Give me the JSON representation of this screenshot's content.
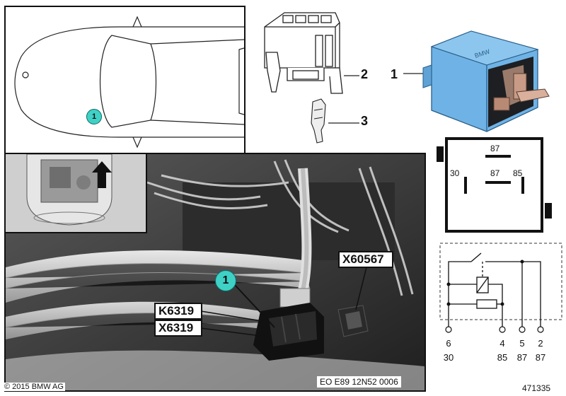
{
  "car_view": {
    "badge": "1"
  },
  "connector": {
    "callout_2": "2",
    "callout_3": "3"
  },
  "relay": {
    "callout_1": "1"
  },
  "symbol": {
    "pin_top": "87",
    "pin_left": "30",
    "pin_mid": "87",
    "pin_right": "85"
  },
  "photo": {
    "badge": "1",
    "labels": [
      "K6319",
      "X6319",
      "X60567"
    ],
    "caption": "EO E89 12N52 0006"
  },
  "schematic": {
    "pins": [
      {
        "num": "6",
        "term": "30"
      },
      {
        "num": "4",
        "term": "85"
      },
      {
        "num": "5",
        "term": "87"
      },
      {
        "num": "2",
        "term": "87"
      }
    ]
  },
  "footer": {
    "copyright": "© 2015 BMW AG",
    "ref": "471335"
  },
  "colors": {
    "relay_blue": "#6fb3e6",
    "badge_teal": "#3fd1c6"
  }
}
